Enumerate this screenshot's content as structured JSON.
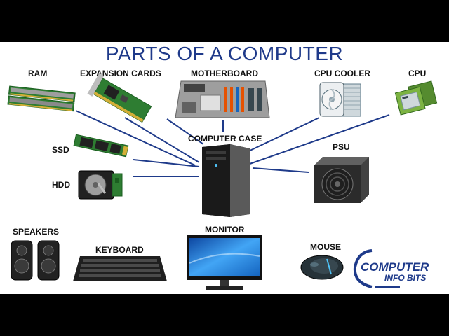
{
  "title": "PARTS OF A COMPUTER",
  "labels": {
    "ram": "RAM",
    "expansion_cards": "EXPANSION CARDS",
    "motherboard": "MOTHERBOARD",
    "cpu_cooler": "CPU COOLER",
    "cpu": "CPU",
    "computer_case": "COMPUTER CASE",
    "ssd": "SSD",
    "hdd": "HDD",
    "psu": "PSU",
    "speakers": "SPEAKERS",
    "keyboard": "KEYBOARD",
    "monitor": "MONITOR",
    "mouse": "MOUSE"
  },
  "logo": {
    "line1": "COMPUTER",
    "line2": "INFO BITS"
  },
  "colors": {
    "title": "#1f3a8a",
    "connector": "#1e3a8a",
    "logo": "#1e3a8a",
    "letterbox": "#000000"
  }
}
